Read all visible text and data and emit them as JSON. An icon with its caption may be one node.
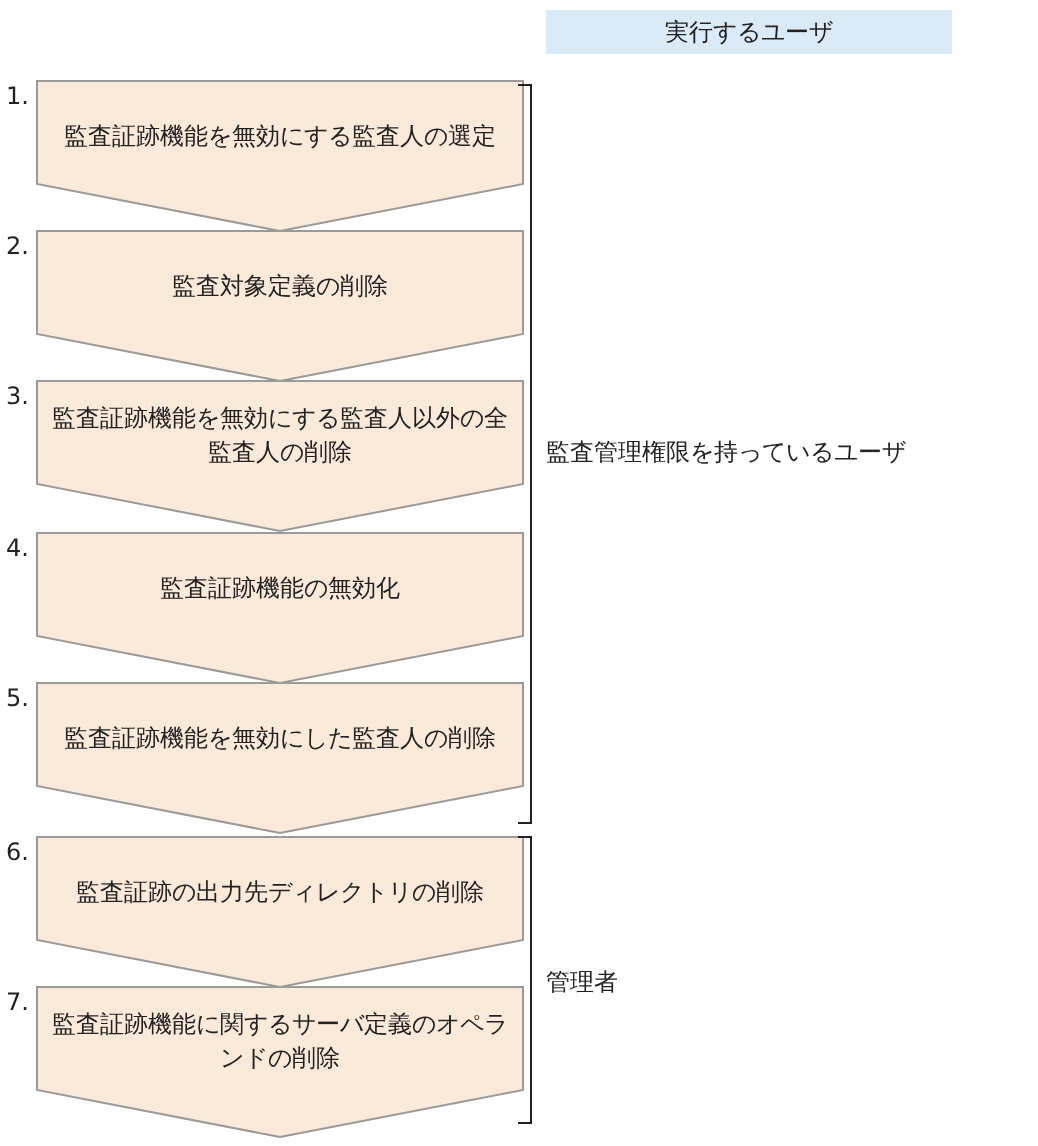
{
  "diagram": {
    "nodes": [
      {
        "text": [
          "実行するユーザ"
        ]
      },
      {
        "text": [
          "監査証跡機能を無効にする監査人の選定"
        ],
        "beside": [
          "1."
        ]
      },
      {
        "text": [
          "監査対象定義の削除"
        ],
        "beside": [
          "2."
        ]
      },
      {
        "text": [
          "監査証跡機能を無効にする監査人以外の全監査人の削除"
        ],
        "beside": [
          "3."
        ]
      },
      {
        "text": [
          "監査証跡機能の無効化"
        ],
        "beside": [
          "4."
        ]
      },
      {
        "text": [
          "監査証跡機能を無効にした監査人の削除"
        ],
        "beside": [
          "5."
        ]
      },
      {
        "text": [
          "監査証跡の出力先ディレクトリの削除"
        ],
        "beside": [
          "6."
        ]
      },
      {
        "text": [
          "監査証跡機能に関するサーバ定義のオペランドの削除"
        ],
        "beside": [
          "7."
        ]
      }
    ],
    "labels": [
      "監査管理権限を持っているユーザ",
      "管理者"
    ]
  }
}
